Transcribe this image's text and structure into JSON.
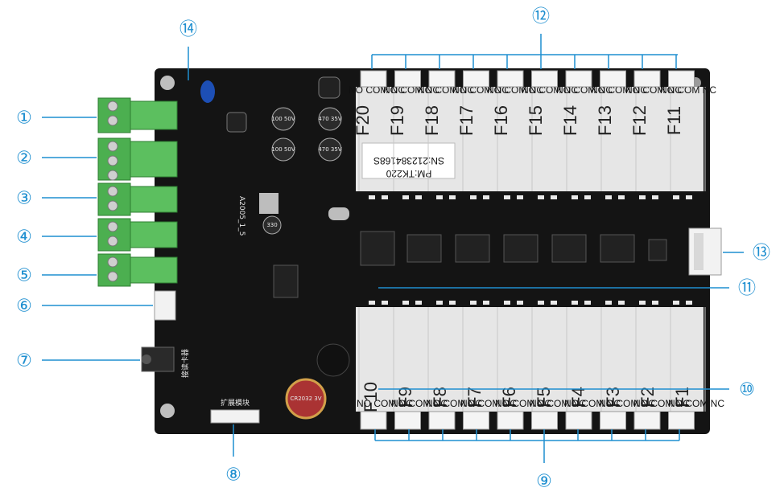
{
  "callouts": [
    {
      "id": "1",
      "label": "①"
    },
    {
      "id": "2",
      "label": "②"
    },
    {
      "id": "3",
      "label": "③"
    },
    {
      "id": "4",
      "label": "④"
    },
    {
      "id": "5",
      "label": "⑤"
    },
    {
      "id": "6",
      "label": "⑥"
    },
    {
      "id": "7",
      "label": "⑦"
    },
    {
      "id": "8",
      "label": "⑧"
    },
    {
      "id": "9",
      "label": "⑨"
    },
    {
      "id": "10",
      "label": "⑩"
    },
    {
      "id": "11",
      "label": "⑪"
    },
    {
      "id": "12",
      "label": "⑫"
    },
    {
      "id": "13",
      "label": "⑬"
    },
    {
      "id": "14",
      "label": "⑭"
    }
  ],
  "board": {
    "top_relays": [
      "F20",
      "F19",
      "F18",
      "F17",
      "F16",
      "F15",
      "F14",
      "F13",
      "F12",
      "F11"
    ],
    "bottom_relays": [
      "F10",
      "F9",
      "F8",
      "F7",
      "F6",
      "F5",
      "F4",
      "F3",
      "F2",
      "F1"
    ],
    "serial_number": "SN:212384168S",
    "model": "PM:TK220",
    "board_version": "A2005_1_5",
    "pin_labels": "NO COM NC",
    "cap_labels": [
      "100 50V",
      "100 50V",
      "470 35V",
      "470 35V",
      "330"
    ],
    "left_panel_label": "接读卡器",
    "bottom_panel_label": "扩展模块",
    "buzzer_label": "CR2032 3V"
  },
  "colors": {
    "callout": "#1e8fd0",
    "board": "#141414",
    "terminal": "#4caf50",
    "relay_panel": "#e6e6e6"
  }
}
